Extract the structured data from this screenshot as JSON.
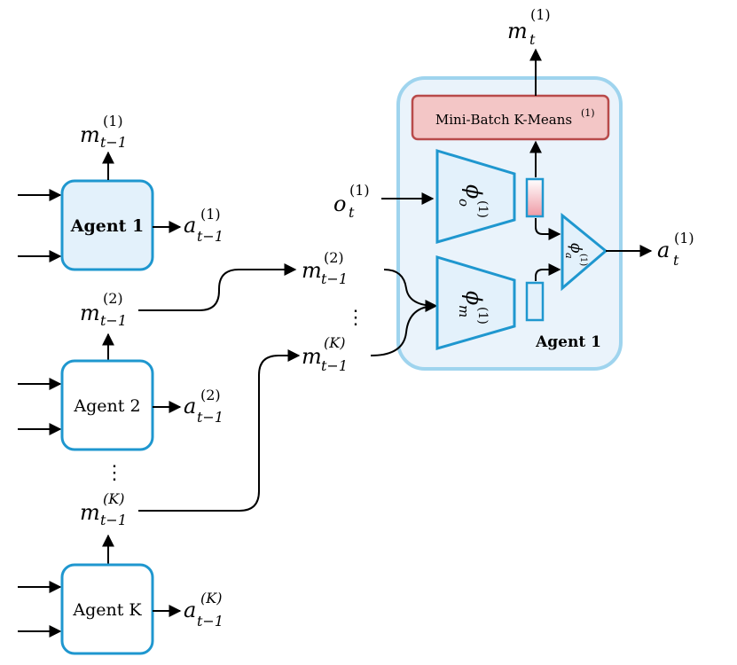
{
  "agents": [
    {
      "label": "Agent 1",
      "bold": true
    },
    {
      "label": "Agent 2",
      "bold": false
    },
    {
      "label": "Agent K",
      "bold": false
    }
  ],
  "symbols": {
    "m": "m",
    "a": "a",
    "o": "o",
    "phi": "ϕ",
    "sub_t": "t",
    "sub_t_minus_1": "t−1",
    "sup_1": "(1)",
    "sup_2": "(2)",
    "sup_K": "(K)"
  },
  "phi_subscripts": {
    "o": "o",
    "m": "m",
    "a": "a"
  },
  "kmeans": {
    "label": "Mini-Batch K-Means",
    "sup": "(1)"
  },
  "detail_agent_label": "Agent 1",
  "ellipsis": "⋮",
  "colors": {
    "agent_border": "#1f97cf",
    "agent1_fill": "#e3f1fb",
    "container_border": "#9fd4ee",
    "container_fill": "#eaf3fb",
    "kmeans_fill": "#f3c6c6",
    "kmeans_border": "#b84a4a",
    "embedding_fill_top": "#ffffff",
    "embedding_fill_bottom": "#ef9aa5"
  }
}
